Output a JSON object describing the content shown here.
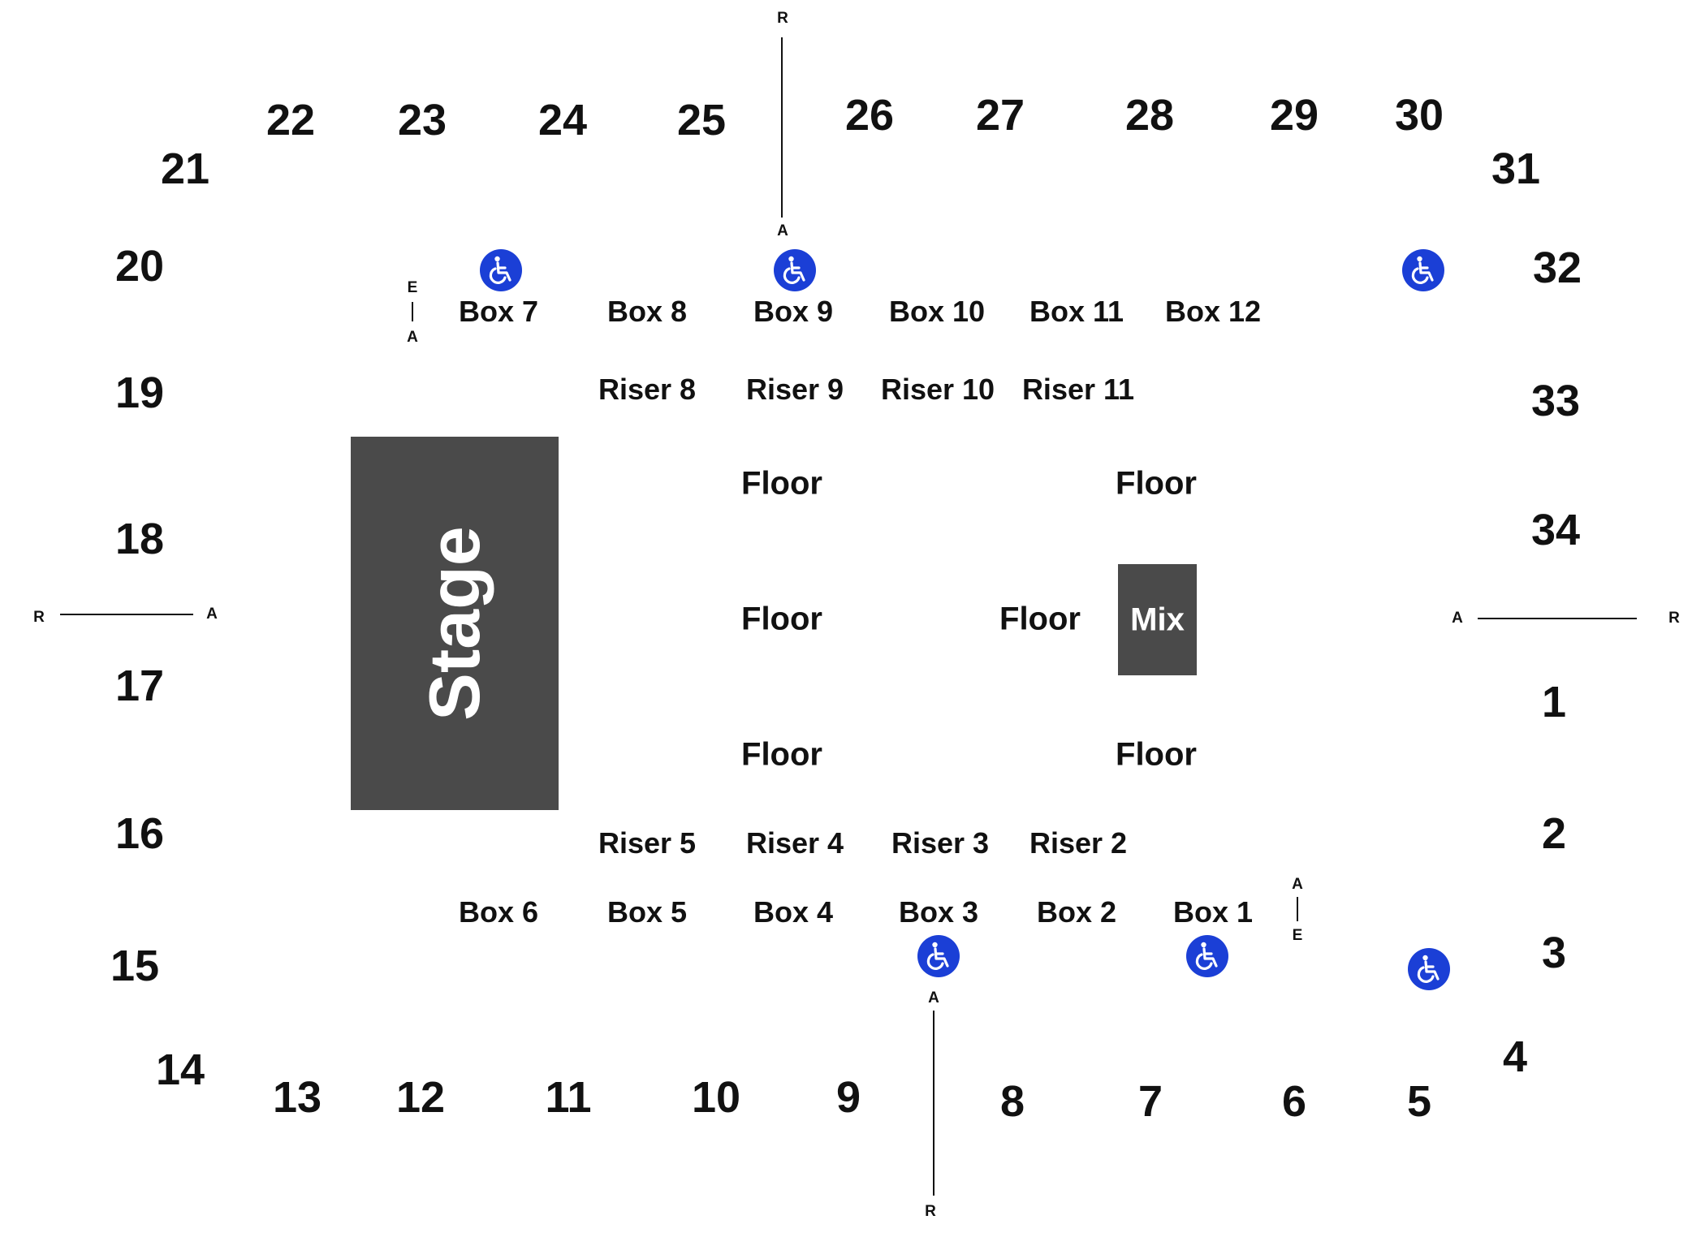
{
  "sections": {
    "s1": "1",
    "s2": "2",
    "s3": "3",
    "s4": "4",
    "s5": "5",
    "s6": "6",
    "s7": "7",
    "s8": "8",
    "s9": "9",
    "s10": "10",
    "s11": "11",
    "s12": "12",
    "s13": "13",
    "s14": "14",
    "s15": "15",
    "s16": "16",
    "s17": "17",
    "s18": "18",
    "s19": "19",
    "s20": "20",
    "s21": "21",
    "s22": "22",
    "s23": "23",
    "s24": "24",
    "s25": "25",
    "s26": "26",
    "s27": "27",
    "s28": "28",
    "s29": "29",
    "s30": "30",
    "s31": "31",
    "s32": "32",
    "s33": "33",
    "s34": "34"
  },
  "boxes": {
    "b1": "Box 1",
    "b2": "Box 2",
    "b3": "Box 3",
    "b4": "Box 4",
    "b5": "Box 5",
    "b6": "Box 6",
    "b7": "Box 7",
    "b8": "Box 8",
    "b9": "Box 9",
    "b10": "Box 10",
    "b11": "Box 11",
    "b12": "Box 12"
  },
  "risers": {
    "r2": "Riser 2",
    "r3": "Riser 3",
    "r4": "Riser 4",
    "r5": "Riser 5",
    "r8": "Riser 8",
    "r9": "Riser 9",
    "r10": "Riser 10",
    "r11": "Riser 11"
  },
  "floor_label": "Floor",
  "stage_label": "Stage",
  "mix_label": "Mix",
  "markers": {
    "r": "R",
    "a": "A",
    "e": "E"
  },
  "icons": {
    "accessible": "wheelchair-icon"
  },
  "colors": {
    "stage": "#4a4a4a",
    "accessible": "#1b3fd6",
    "text": "#111111"
  }
}
